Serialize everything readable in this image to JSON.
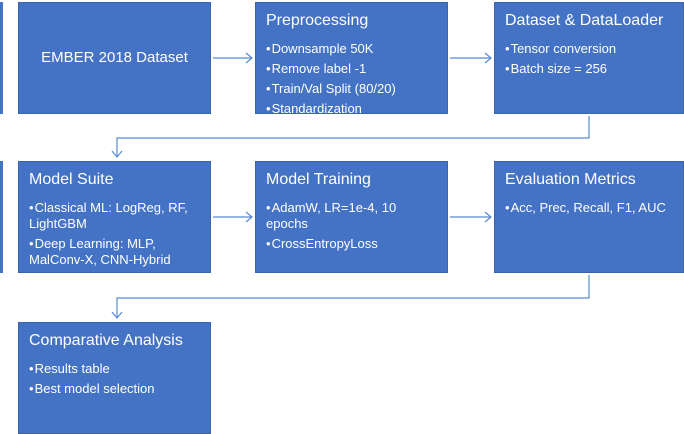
{
  "boxes": {
    "dataset": {
      "title": "EMBER 2018 Dataset",
      "items": []
    },
    "preprocessing": {
      "title": "Preprocessing",
      "items": [
        "Downsample 50K",
        "Remove label -1",
        "Train/Val Split (80/20)",
        "Standardization"
      ]
    },
    "dataloader": {
      "title": "Dataset & DataLoader",
      "items": [
        "Tensor conversion",
        "Batch size = 256"
      ]
    },
    "model_suite": {
      "title": "Model Suite",
      "items": [
        "Classical ML: LogReg, RF, LightGBM",
        "Deep Learning: MLP, MalConv-X, CNN-Hybrid"
      ]
    },
    "model_training": {
      "title": "Model Training",
      "items": [
        "AdamW, LR=1e-4, 10 epochs",
        "CrossEntropyLoss"
      ]
    },
    "evaluation": {
      "title": "Evaluation Metrics",
      "items": [
        "Acc, Prec, Recall, F1, AUC"
      ]
    },
    "comparative": {
      "title": "Comparative Analysis",
      "items": [
        "Results table",
        "Best model selection"
      ]
    }
  },
  "bullet_glyph": "•",
  "colors": {
    "box_fill": "#4472C4",
    "connector": "#5B8BD0",
    "text": "#ffffff"
  }
}
